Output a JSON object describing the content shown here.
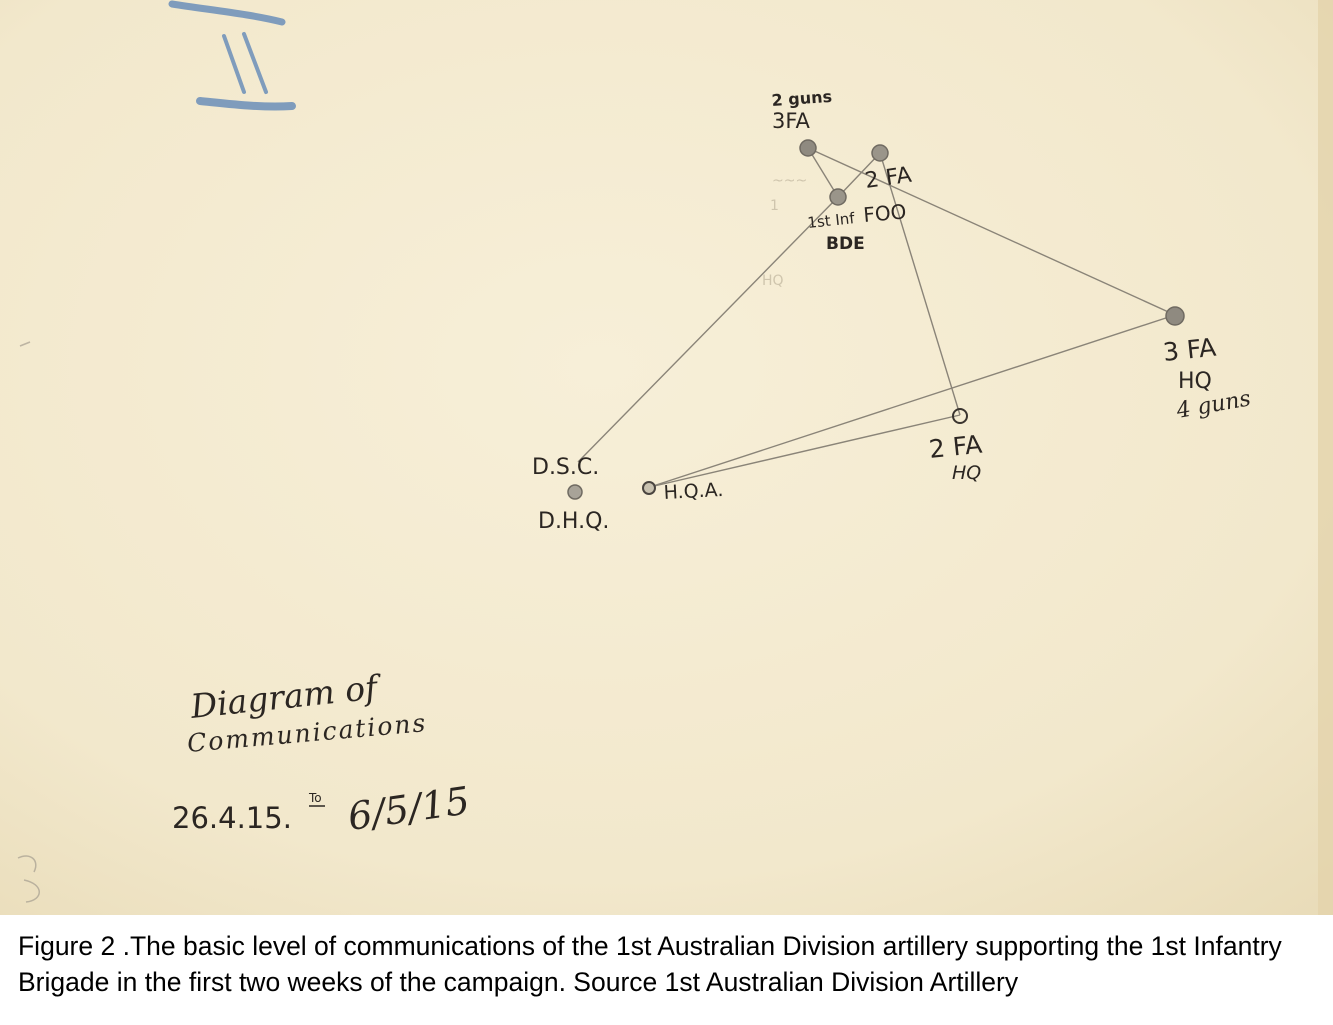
{
  "diagram": {
    "title_line1": "Diagram of",
    "title_line2": "Communications",
    "date_from": "26.4.15.",
    "date_to_word": "To",
    "date_to": "6/5/15",
    "folio_mark": "II",
    "nodes": {
      "guns_3fa_a": "2 guns",
      "guns_3fa_b": "3FA",
      "fa2": "2 FA",
      "foo_a": "1st Inf",
      "foo_b": "FOO",
      "foo_c": "BDE",
      "fa3hq_a": "3 FA",
      "fa3hq_b": "HQ",
      "fa3hq_c": "4 guns",
      "fa2hq_a": "2 FA",
      "fa2hq_b": "HQ",
      "dsc": "D.S.C.",
      "dhq": "D.H.Q.",
      "hqa": "H.Q.A."
    },
    "connections": [
      [
        "3FA 2 guns",
        "1st Inf BDE"
      ],
      [
        "1st Inf BDE",
        "2 FA"
      ],
      [
        "3FA 2 guns",
        "3 FA HQ"
      ],
      [
        "1st Inf BDE",
        "D.S.C."
      ],
      [
        "2 FA",
        "2 FA HQ"
      ],
      [
        "H.Q.A.",
        "3 FA HQ"
      ],
      [
        "H.Q.A.",
        "2 FA HQ"
      ]
    ],
    "colors": {
      "paper": "#f4ebd0",
      "pencil": "#8a8478",
      "ink": "#2b2622",
      "blue_crayon": "#7f9cbc"
    }
  },
  "caption": "Figure 2 .The basic level of communications of the 1st Australian Division artillery supporting the 1st Infantry Brigade in the first two weeks of the campaign. Source 1st Australian Division Artillery"
}
